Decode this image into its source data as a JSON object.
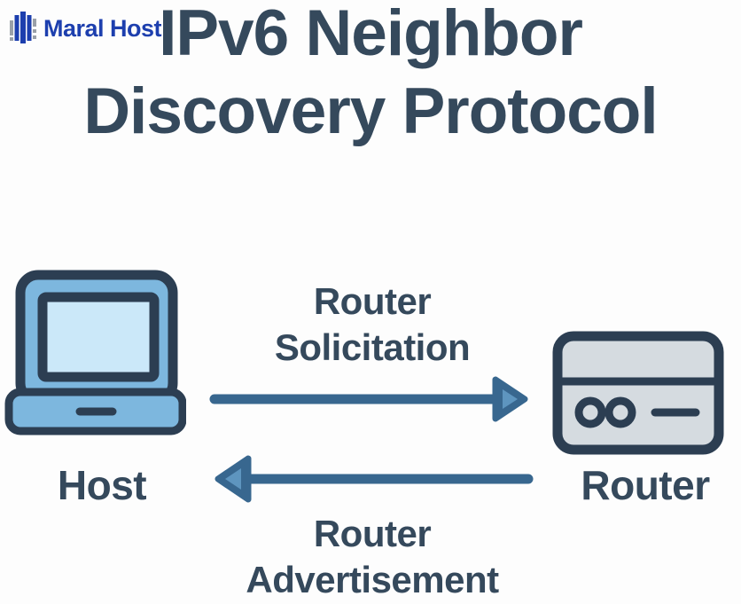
{
  "logo": {
    "text": "Maral Host",
    "icon": "building-bars-icon",
    "color": "#1d3fae"
  },
  "title": {
    "line1": "IPv6 Neighbor",
    "line2": "Discovery Protocol",
    "color": "#35495c"
  },
  "diagram": {
    "host": {
      "label": "Host",
      "icon": "laptop-icon"
    },
    "router": {
      "label": "Router",
      "icon": "router-icon"
    },
    "flows": [
      {
        "label_line1": "Router",
        "label_line2": "Solicitation",
        "direction": "right"
      },
      {
        "label_line1": "Router",
        "label_line2": "Advertisement",
        "direction": "left"
      }
    ],
    "colors": {
      "text": "#35495c",
      "outline": "#2c3e52",
      "arrow_line": "#38678f",
      "arrowhead_inner": "#5e95bf",
      "laptop_body": "#7db7de",
      "laptop_screen": "#cbe8f9",
      "router_body": "#d5dbe0",
      "background": "#fdfdfd"
    }
  }
}
